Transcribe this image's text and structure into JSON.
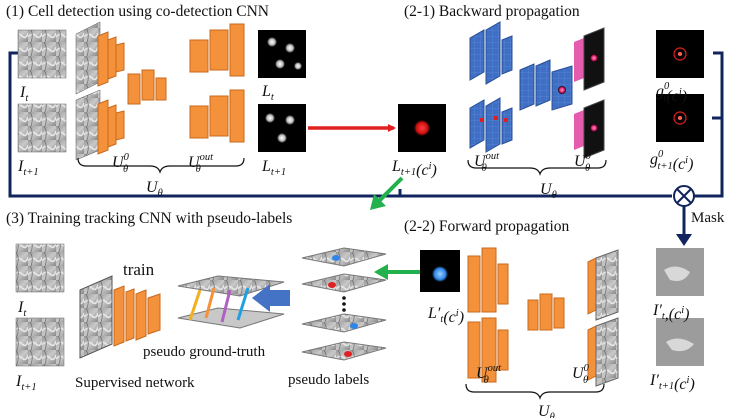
{
  "sections": {
    "s1": "(1) Cell detection using co-detection CNN",
    "s21": "(2-1) Backward propagation",
    "s22": "(2-2) Forward propagation",
    "s3": "(3) Training tracking CNN with pseudo-labels"
  },
  "labels": {
    "It": {
      "base": "I",
      "sub": "t",
      "tail": ""
    },
    "It1": {
      "base": "I",
      "sub": "t+1",
      "tail": ""
    },
    "U0": {
      "base": "U",
      "sup": "0",
      "sub": "θ"
    },
    "Uout": {
      "base": "U",
      "sup": "out",
      "sub": "θ"
    },
    "Utheta": {
      "base": "U",
      "sub": "θ"
    },
    "Lt": {
      "base": "L",
      "sub": "t"
    },
    "Lt1": {
      "base": "L",
      "sub": "t+1"
    },
    "Lt1c": {
      "base": "L",
      "sub": "t+1",
      "tail": "(c",
      "tailsup": "i",
      "close": ")"
    },
    "gt": {
      "base": "g",
      "sup": "0",
      "sub": "t",
      "tail": "(c",
      "tailsup": "i",
      "close": ")"
    },
    "gt1": {
      "base": "g",
      "sup": "0",
      "sub": "t+1",
      "tail": "(c",
      "tailsup": "i",
      "close": ")"
    },
    "Ltp": {
      "base": "L′",
      "sub": "t",
      "tail": "(c",
      "tailsup": "i",
      "close": ")"
    },
    "Itp": {
      "base": "I′",
      "sub": "t",
      "tail": ",(c",
      "tailsup": "i",
      "close": ")"
    },
    "It1p": {
      "base": "I′",
      "sub": "t+1",
      "tail": "(c",
      "tailsup": "i",
      "close": ")"
    }
  },
  "text": {
    "mask": "Mask",
    "train": "train",
    "pseudo_gt": "pseudo ground-truth",
    "supervised": "Supervised network",
    "pseudo_labels": "pseudo labels"
  },
  "colors": {
    "orange": "#f4923b",
    "orange_dark": "#c86a1c",
    "blue_net": "#3f6fc4",
    "navy": "#10245e",
    "red": "#e02020",
    "green": "#22b14c",
    "blue_arrow": "#4472c4"
  }
}
